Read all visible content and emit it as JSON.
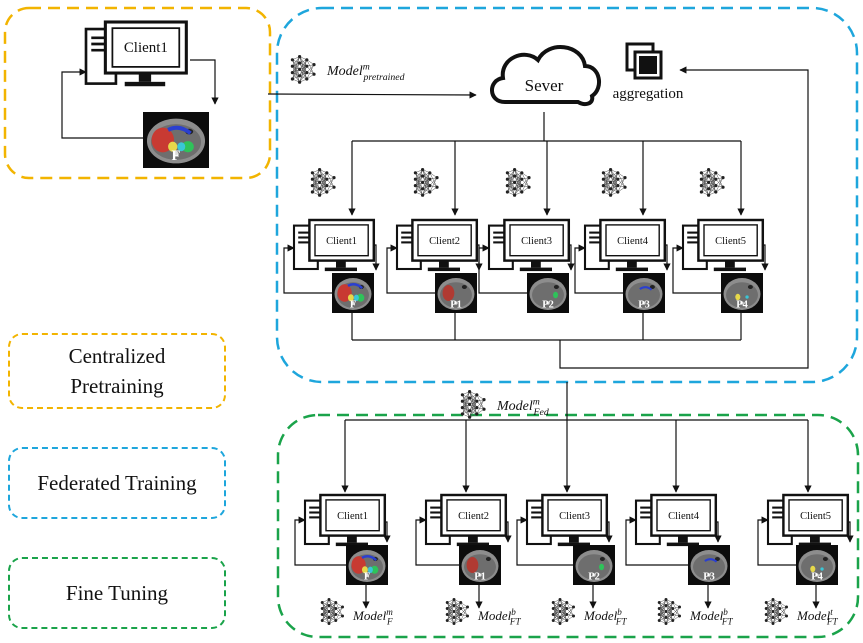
{
  "server": {
    "label": "Sever"
  },
  "aggregation": {
    "label": "aggregation"
  },
  "pretrain_client": {
    "label": "Client1",
    "scan_tag": "F"
  },
  "model_labels": {
    "pretrained": "Model",
    "pretrained_sup": "m",
    "pretrained_sub": "pretrained",
    "fed": "Model",
    "fed_sup": "m",
    "fed_sub": "Fed"
  },
  "federated_clients": [
    {
      "label": "Client1",
      "scan_tag": "F"
    },
    {
      "label": "Client2",
      "scan_tag": "P1"
    },
    {
      "label": "Client3",
      "scan_tag": "P2"
    },
    {
      "label": "Client4",
      "scan_tag": "P3"
    },
    {
      "label": "Client5",
      "scan_tag": "P4"
    }
  ],
  "finetune_clients": [
    {
      "label": "Client1",
      "scan_tag": "F",
      "model": "Model",
      "model_sup": "m",
      "model_sub": "F"
    },
    {
      "label": "Client2",
      "scan_tag": "P1",
      "model": "Model",
      "model_sup": "b",
      "model_sub": "FT"
    },
    {
      "label": "Client3",
      "scan_tag": "P2",
      "model": "Model",
      "model_sup": "b",
      "model_sub": "FT"
    },
    {
      "label": "Client4",
      "scan_tag": "P3",
      "model": "Model",
      "model_sup": "b",
      "model_sub": "FT"
    },
    {
      "label": "Client5",
      "scan_tag": "P4",
      "model": "Model",
      "model_sup": "t",
      "model_sub": "FT"
    }
  ],
  "legend": {
    "centralized": "Centralized Pretraining",
    "federated": "Federated Training",
    "finetuning": "Fine Tuning"
  },
  "colors": {
    "orange": "#f2b400",
    "blue": "#1ea6dc",
    "green": "#1aa34a"
  }
}
